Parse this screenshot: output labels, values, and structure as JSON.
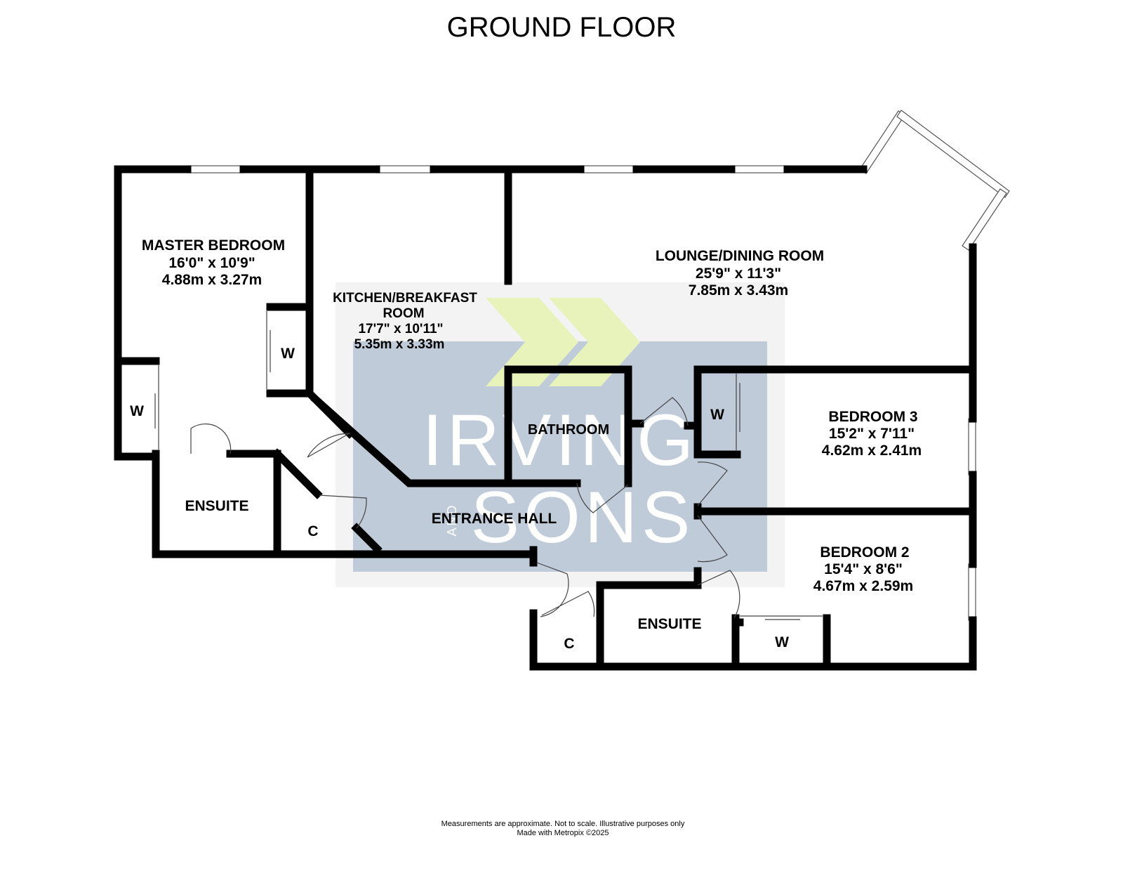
{
  "title": "GROUND FLOOR",
  "rooms": {
    "master_bedroom": {
      "name": "MASTER BEDROOM",
      "imperial": "16'0\"  x 10'9\"",
      "metric": "4.88m  x 3.27m"
    },
    "kitchen": {
      "name_line1": "KITCHEN/BREAKFAST",
      "name_line2": "ROOM",
      "imperial": "17'7\"  x 10'11\"",
      "metric": "5.35m  x 3.33m"
    },
    "lounge": {
      "name": "LOUNGE/DINING ROOM",
      "imperial": "25'9\"  x 11'3\"",
      "metric": "7.85m  x 3.43m"
    },
    "bedroom3": {
      "name": "BEDROOM 3",
      "imperial": "15'2\"  x 7'11\"",
      "metric": "4.62m  x 2.41m"
    },
    "bedroom2": {
      "name": "BEDROOM 2",
      "imperial": "15'4\"  x 8'6\"",
      "metric": "4.67m  x 2.59m"
    },
    "bathroom": {
      "name": "BATHROOM"
    },
    "ensuite_left": {
      "name": "ENSUITE"
    },
    "ensuite_right": {
      "name": "ENSUITE"
    },
    "entrance_hall": {
      "name": "ENTRANCE HALL"
    },
    "cupboard_left": {
      "name": "C"
    },
    "cupboard_right": {
      "name": "C"
    },
    "wardrobe_master_left": {
      "name": "W"
    },
    "wardrobe_master_right": {
      "name": "W"
    },
    "wardrobe_bedroom3": {
      "name": "W"
    },
    "wardrobe_bedroom2": {
      "name": "W"
    }
  },
  "watermark": {
    "brand_line1": "IRVING",
    "brand_and": "AND",
    "brand_line2": "SONS",
    "box_color": "#b5c3d3",
    "chevron_color": "#e5f0b0"
  },
  "footer": {
    "line1": "Measurements are approximate.  Not to scale.  Illustrative purposes only",
    "line2": "Made with Metropix ©2025"
  }
}
